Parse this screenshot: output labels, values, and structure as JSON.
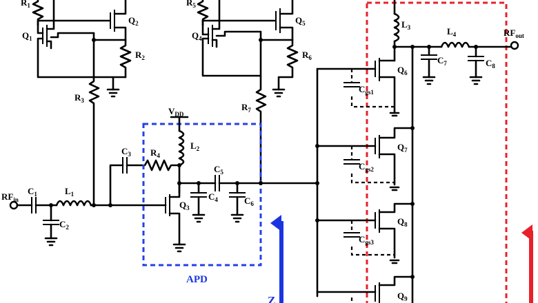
{
  "colors": {
    "wire": "#000000",
    "apd_box": "#2540e8",
    "pa_box": "#e8202a",
    "arrow_blue": "#1a35e0",
    "arrow_red": "#e8202a"
  },
  "labels": {
    "r1": "R",
    "r1_sub": "1",
    "q2": "Q",
    "q2_sub": "2",
    "q1": "Q",
    "q1_sub": "1",
    "r2": "R",
    "r2_sub": "2",
    "r3": "R",
    "r3_sub": "3",
    "r5": "R",
    "r5_sub": "5",
    "q5": "Q",
    "q5_sub": "5",
    "q4": "Q",
    "q4_sub": "4",
    "r6": "R",
    "r6_sub": "6",
    "r7": "R",
    "r7_sub": "7",
    "vdd": "V",
    "vdd_sub": "DD",
    "l2": "L",
    "l2_sub": "2",
    "c3": "C",
    "c3_sub": "3",
    "r4": "R",
    "r4_sub": "4",
    "c5": "C",
    "c5_sub": "5",
    "q3": "Q",
    "q3_sub": "3",
    "c4": "C",
    "c4_sub": "4",
    "c6": "C",
    "c6_sub": "6",
    "rfin": "RF",
    "rfin_sub": "in",
    "c1": "C",
    "c1_sub": "1",
    "l1": "L",
    "l1_sub": "1",
    "c2": "C",
    "c2_sub": "2",
    "apd": "APD",
    "l3": "L",
    "l3_sub": "3",
    "l4": "L",
    "l4_sub": "4",
    "rfout": "RF",
    "rfout_sub": "out",
    "q6": "Q",
    "q6_sub": "6",
    "c7": "C",
    "c7_sub": "7",
    "c8": "C",
    "c8_sub": "8",
    "cgs1": "C",
    "cgs1_sub": "gs1",
    "q7": "Q",
    "q7_sub": "7",
    "cgs2": "C",
    "cgs2_sub": "gs2",
    "q8": "Q",
    "q8_sub": "8",
    "cgs3": "C",
    "cgs3_sub": "gs3",
    "q9": "Q",
    "q9_sub": "9",
    "z": "Z"
  }
}
